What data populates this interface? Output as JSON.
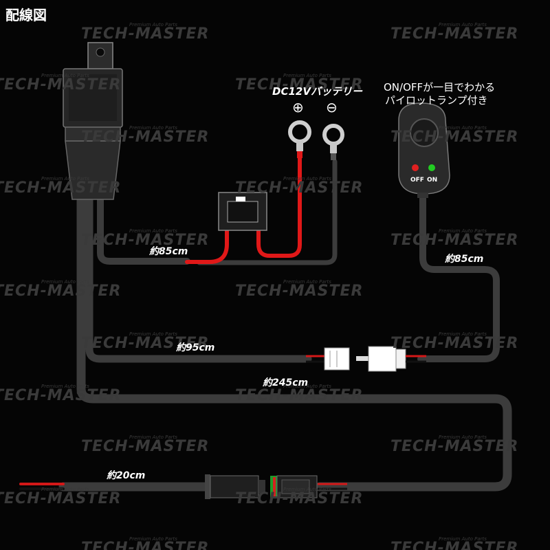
{
  "title": "配線図",
  "watermark": {
    "brand": "TECH-MASTER",
    "tagline": "Premium Auto Parts"
  },
  "battery": {
    "label": "DC12Vバッテリー",
    "plus": "⊕",
    "minus": "⊖"
  },
  "switch": {
    "caption_line1": "ON/OFFが一目でわかる",
    "caption_line2": "パイロットランプ付き",
    "off_label": "OFF",
    "on_label": "ON",
    "off_color": "#e02020",
    "on_color": "#22cc22"
  },
  "lengths": {
    "relay_to_battery": "約85cm",
    "switch_cable": "約85cm",
    "connector_cable": "約95cm",
    "main_cable": "約245cm",
    "output_cable": "約20cm"
  },
  "colors": {
    "wire": "#3c3c3c",
    "red_wire": "#e01818",
    "background": "#050505"
  }
}
